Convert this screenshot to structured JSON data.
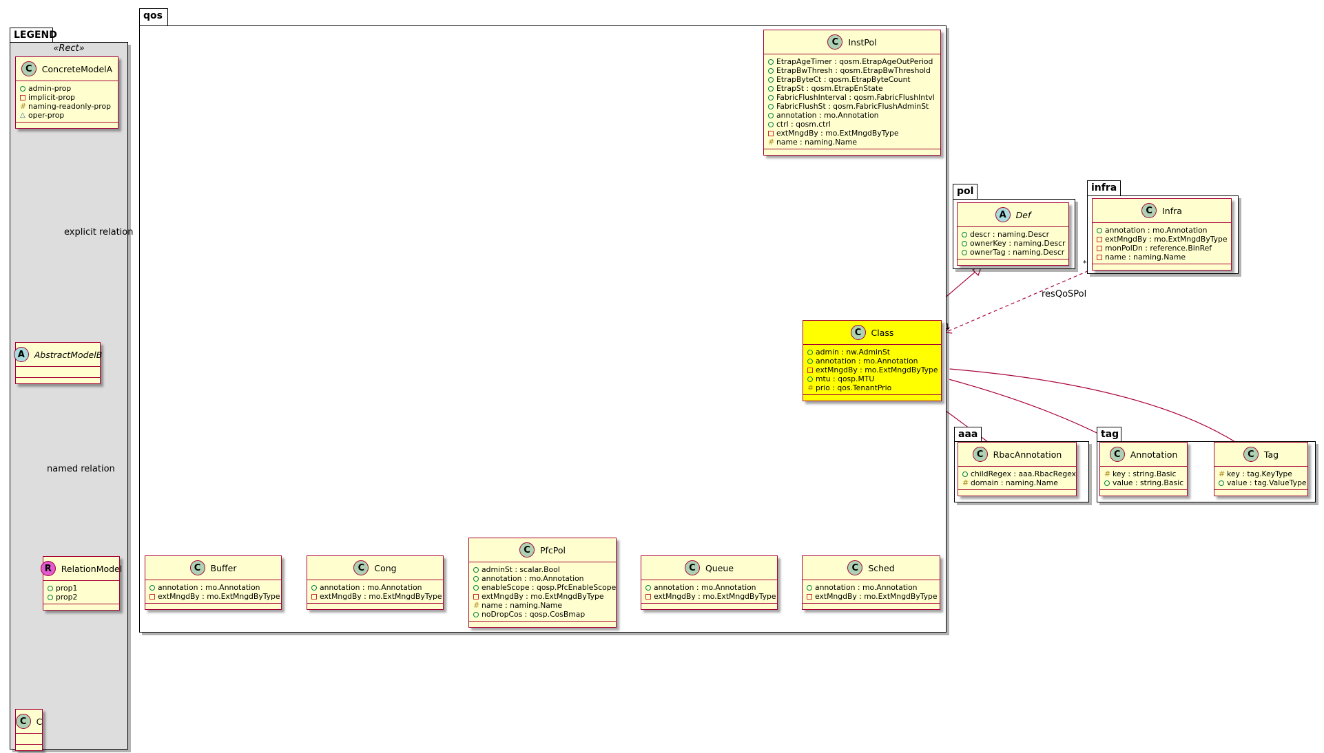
{
  "packages": {
    "legend": {
      "name": "LEGEND",
      "stereotype": "«Rect»"
    },
    "qos": {
      "name": "qos"
    },
    "pol": {
      "name": "pol"
    },
    "infra": {
      "name": "infra"
    },
    "aaa": {
      "name": "aaa"
    },
    "tag": {
      "name": "tag"
    }
  },
  "classes": {
    "concrete_model_a": {
      "kind": "C",
      "name": "ConcreteModelA",
      "attrs": [
        {
          "vis": "public",
          "text": "admin-prop"
        },
        {
          "vis": "private",
          "text": "implicit-prop"
        },
        {
          "vis": "protected",
          "text": "naming-readonly-prop"
        },
        {
          "vis": "package",
          "text": "oper-prop"
        }
      ]
    },
    "abstract_model_b": {
      "kind": "A",
      "name": "AbstractModelB",
      "attrs": []
    },
    "relation_model": {
      "kind": "R",
      "name": "RelationModel",
      "attrs": [
        {
          "vis": "public",
          "text": "prop1"
        },
        {
          "vis": "public",
          "text": "prop2"
        }
      ]
    },
    "c": {
      "kind": "C",
      "name": "C",
      "attrs": []
    },
    "inst_pol": {
      "kind": "C",
      "name": "InstPol",
      "attrs": [
        {
          "vis": "public",
          "text": "EtrapAgeTimer : qosm.EtrapAgeOutPeriod"
        },
        {
          "vis": "public",
          "text": "EtrapBwThresh : qosm.EtrapBwThreshold"
        },
        {
          "vis": "public",
          "text": "EtrapByteCt : qosm.EtrapByteCount"
        },
        {
          "vis": "public",
          "text": "EtrapSt : qosm.EtrapEnState"
        },
        {
          "vis": "public",
          "text": "FabricFlushInterval : qosm.FabricFlushIntvl"
        },
        {
          "vis": "public",
          "text": "FabricFlushSt : qosm.FabricFlushAdminSt"
        },
        {
          "vis": "public",
          "text": "annotation : mo.Annotation"
        },
        {
          "vis": "public",
          "text": "ctrl : qosm.ctrl"
        },
        {
          "vis": "private",
          "text": "extMngdBy : mo.ExtMngdByType"
        },
        {
          "vis": "protected",
          "text": "name : naming.Name"
        }
      ]
    },
    "def": {
      "kind": "A",
      "name": "Def",
      "attrs": [
        {
          "vis": "public",
          "text": "descr : naming.Descr"
        },
        {
          "vis": "public",
          "text": "ownerKey : naming.Descr"
        },
        {
          "vis": "public",
          "text": "ownerTag : naming.Descr"
        }
      ]
    },
    "infra": {
      "kind": "C",
      "name": "Infra",
      "attrs": [
        {
          "vis": "public",
          "text": "annotation : mo.Annotation"
        },
        {
          "vis": "private",
          "text": "extMngdBy : mo.ExtMngdByType"
        },
        {
          "vis": "private",
          "text": "monPolDn : reference.BinRef"
        },
        {
          "vis": "private",
          "text": "name : naming.Name"
        }
      ]
    },
    "class": {
      "kind": "C",
      "name": "Class",
      "attrs": [
        {
          "vis": "public",
          "text": "admin : nw.AdminSt"
        },
        {
          "vis": "public",
          "text": "annotation : mo.Annotation"
        },
        {
          "vis": "private",
          "text": "extMngdBy : mo.ExtMngdByType"
        },
        {
          "vis": "public",
          "text": "mtu : qosp.MTU"
        },
        {
          "vis": "protected",
          "text": "prio : qos.TenantPrio"
        }
      ]
    },
    "rbac_annotation": {
      "kind": "C",
      "name": "RbacAnnotation",
      "attrs": [
        {
          "vis": "public",
          "text": "childRegex : aaa.RbacRegex"
        },
        {
          "vis": "protected",
          "text": "domain : naming.Name"
        }
      ]
    },
    "annotation": {
      "kind": "C",
      "name": "Annotation",
      "attrs": [
        {
          "vis": "protected",
          "text": "key : string.Basic"
        },
        {
          "vis": "public",
          "text": "value : string.Basic"
        }
      ]
    },
    "tag": {
      "kind": "C",
      "name": "Tag",
      "attrs": [
        {
          "vis": "protected",
          "text": "key : tag.KeyType"
        },
        {
          "vis": "public",
          "text": "value : tag.ValueType"
        }
      ]
    },
    "buffer": {
      "kind": "C",
      "name": "Buffer",
      "attrs": [
        {
          "vis": "public",
          "text": "annotation : mo.Annotation"
        },
        {
          "vis": "private",
          "text": "extMngdBy : mo.ExtMngdByType"
        }
      ]
    },
    "cong": {
      "kind": "C",
      "name": "Cong",
      "attrs": [
        {
          "vis": "public",
          "text": "annotation : mo.Annotation"
        },
        {
          "vis": "private",
          "text": "extMngdBy : mo.ExtMngdByType"
        }
      ]
    },
    "pfc_pol": {
      "kind": "C",
      "name": "PfcPol",
      "attrs": [
        {
          "vis": "public",
          "text": "adminSt : scalar.Bool"
        },
        {
          "vis": "public",
          "text": "annotation : mo.Annotation"
        },
        {
          "vis": "public",
          "text": "enableScope : qosp.PfcEnableScope"
        },
        {
          "vis": "private",
          "text": "extMngdBy : mo.ExtMngdByType"
        },
        {
          "vis": "protected",
          "text": "name : naming.Name"
        },
        {
          "vis": "public",
          "text": "noDropCos : qosp.CosBmap"
        }
      ]
    },
    "queue": {
      "kind": "C",
      "name": "Queue",
      "attrs": [
        {
          "vis": "public",
          "text": "annotation : mo.Annotation"
        },
        {
          "vis": "private",
          "text": "extMngdBy : mo.ExtMngdByType"
        }
      ]
    },
    "sched": {
      "kind": "C",
      "name": "Sched",
      "attrs": [
        {
          "vis": "public",
          "text": "annotation : mo.Annotation"
        },
        {
          "vis": "private",
          "text": "extMngdBy : mo.ExtMngdByType"
        }
      ]
    }
  },
  "labels": {
    "explicit_relation": "explicit relation",
    "named_relation": "named relation",
    "res_qos_pol": "resQoSPol",
    "mult_star": "*",
    "mult_one": "1"
  },
  "colors": {
    "border": "#a80036",
    "class_fill": "#fefece",
    "highlight_fill": "#ffff00",
    "legend_fill": "#dddddd"
  }
}
